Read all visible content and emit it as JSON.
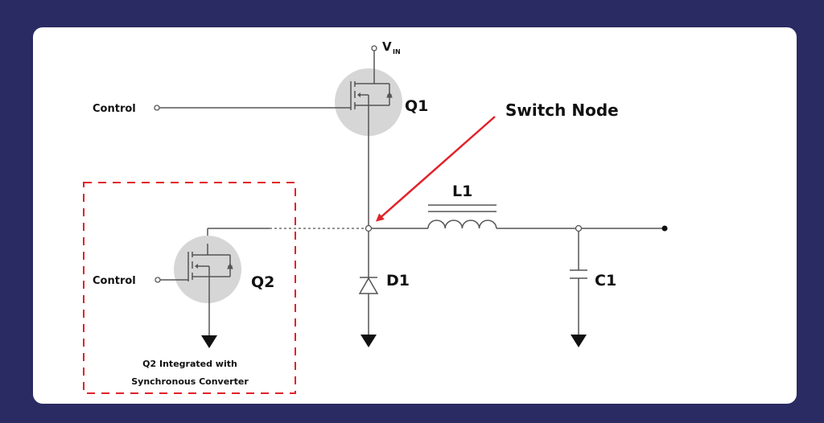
{
  "diagram": {
    "background_color": "#2b2b63",
    "card_color": "#ffffff",
    "accent_color": "#e0222a",
    "labels": {
      "vin": "V",
      "vin_sub": "IN",
      "q1": "Q1",
      "q2": "Q2",
      "control_q1": "Control",
      "control_q2": "Control",
      "switch_node": "Switch Node",
      "l1": "L1",
      "d1": "D1",
      "c1": "C1",
      "integrated_line1": "Q2 Integrated with",
      "integrated_line2": "Synchronous Converter"
    }
  }
}
